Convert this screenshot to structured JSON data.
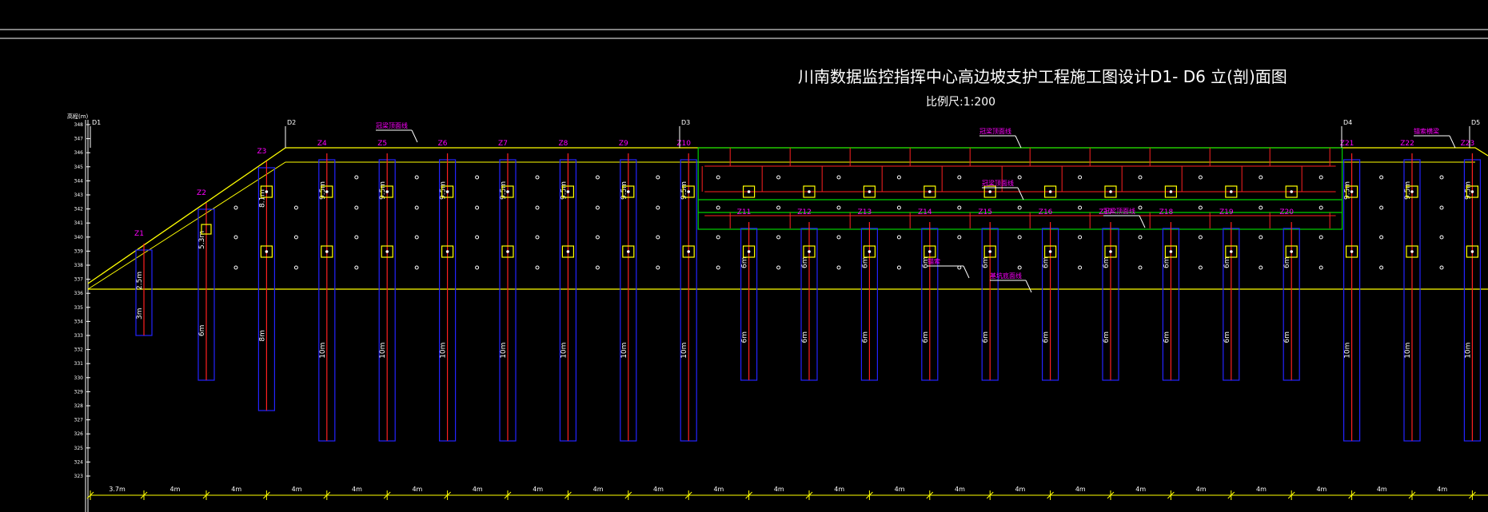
{
  "drawing": {
    "title": "川南数据监控指挥中心高边坡支护工程施工图设计D1- D6 立(剖)面图",
    "scale_label": "比例尺:1:200",
    "elevation_axis_label": "高程(m)",
    "elevation_ticks": [
      "348",
      "347",
      "346",
      "345",
      "344",
      "343",
      "342",
      "341",
      "340",
      "339",
      "338",
      "337",
      "336",
      "335",
      "334",
      "333",
      "332",
      "331",
      "330",
      "329",
      "328",
      "327",
      "326",
      "325",
      "324",
      "323"
    ],
    "control_points": [
      "D1",
      "D2",
      "D3",
      "D4",
      "D5"
    ],
    "piles": [
      {
        "id": "Z1",
        "upper": "2.5m",
        "lower": "3m"
      },
      {
        "id": "Z2",
        "upper": "5.3m",
        "lower": "6m"
      },
      {
        "id": "Z3",
        "upper": "8.1m",
        "lower": "8m"
      },
      {
        "id": "Z4",
        "upper": "9.5m",
        "lower": "10m"
      },
      {
        "id": "Z5",
        "upper": "9.5m",
        "lower": "10m"
      },
      {
        "id": "Z6",
        "upper": "9.5m",
        "lower": "10m"
      },
      {
        "id": "Z7",
        "upper": "9.5m",
        "lower": "10m"
      },
      {
        "id": "Z8",
        "upper": "9.5m",
        "lower": "10m"
      },
      {
        "id": "Z9",
        "upper": "9.5m",
        "lower": "10m"
      },
      {
        "id": "Z10",
        "upper": "9.5m",
        "lower": "10m"
      },
      {
        "id": "Z11",
        "upper": "6m",
        "lower": "6m"
      },
      {
        "id": "Z12",
        "upper": "6m",
        "lower": "6m"
      },
      {
        "id": "Z13",
        "upper": "6m",
        "lower": "6m"
      },
      {
        "id": "Z14",
        "upper": "6m",
        "lower": "6m"
      },
      {
        "id": "Z15",
        "upper": "6m",
        "lower": "6m"
      },
      {
        "id": "Z16",
        "upper": "6m",
        "lower": "6m"
      },
      {
        "id": "Z17",
        "upper": "6m",
        "lower": "6m"
      },
      {
        "id": "Z18",
        "upper": "6m",
        "lower": "6m"
      },
      {
        "id": "Z19",
        "upper": "6m",
        "lower": "6m"
      },
      {
        "id": "Z20",
        "upper": "6m",
        "lower": "6m"
      },
      {
        "id": "Z21",
        "upper": "9.5m",
        "lower": "10m"
      },
      {
        "id": "Z22",
        "upper": "9.5m",
        "lower": "10m"
      },
      {
        "id": "Z23",
        "upper": "9.5m",
        "lower": "10m"
      }
    ],
    "spacings": [
      "3.7m",
      "4m",
      "4m",
      "4m",
      "4m",
      "4m",
      "4m",
      "4m",
      "4m",
      "4m",
      "4m",
      "4m",
      "4m",
      "4m",
      "4m",
      "4m",
      "4m",
      "4m",
      "4m",
      "4m",
      "4m",
      "4m",
      "4m"
    ],
    "callouts": [
      "冠梁顶面线",
      "冠梁顶面线",
      "冠梁顶面线",
      "冠梁顶面线",
      "锚索横梁",
      "锚索",
      "基坑底面线"
    ],
    "colors": {
      "background": "#000000",
      "ground_line": "#ffff00",
      "pile_outline": "#2323ff",
      "pile_rebar": "#ff2020",
      "wall_outline": "#00d000",
      "annotation": "#ff00ff",
      "anchor_head": "#ffff00",
      "text": "#ffffff"
    }
  }
}
